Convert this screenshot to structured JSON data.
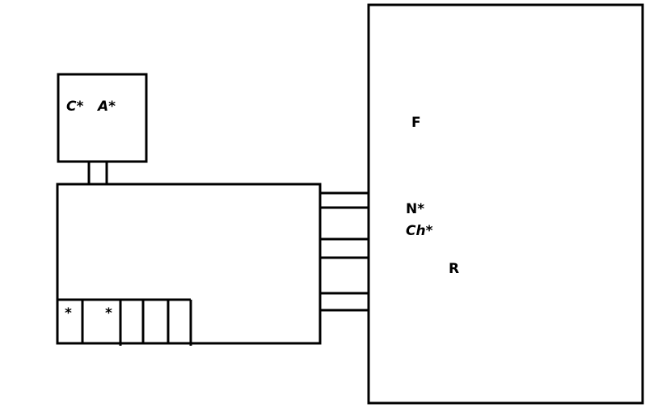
{
  "labels": {
    "top_box_c": "C*",
    "top_box_a": "A*",
    "cell_1": "*",
    "cell_2": "*",
    "right_f": "F",
    "right_n": "N*",
    "right_ch": "Ch*",
    "right_r": "R"
  },
  "colors": {
    "stroke": "#000000",
    "background": "#ffffff"
  }
}
